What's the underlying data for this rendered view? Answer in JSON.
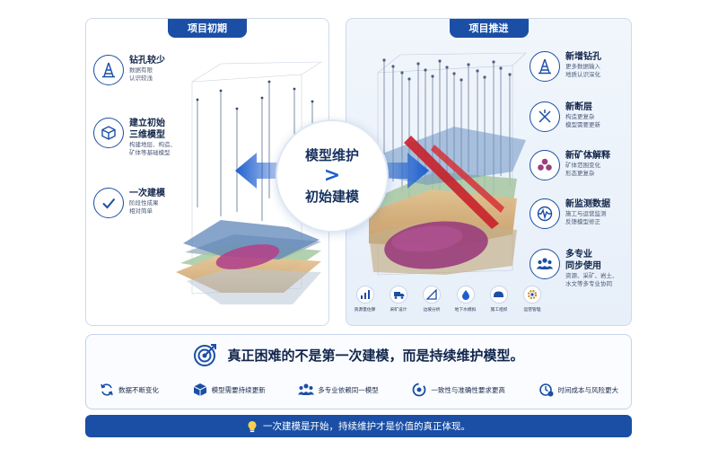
{
  "left_panel": {
    "title": "项目初期",
    "features": [
      {
        "icon": "drill-rig-icon",
        "title": "钻孔较少",
        "desc": [
          "数据有限",
          "认识较浅"
        ]
      },
      {
        "icon": "cube-icon",
        "title": "建立初始",
        "title2": "三维模型",
        "desc": [
          "构建地层、构造、",
          "矿体等基础模型"
        ]
      },
      {
        "icon": "checkmark-icon",
        "title": "一次建模",
        "desc": [
          "阶段性成果",
          "相对简单"
        ]
      }
    ]
  },
  "center": {
    "line1": "模型维护",
    "symbol": ">",
    "line2": "初始建模"
  },
  "right_panel": {
    "title": "项目推进",
    "features": [
      {
        "icon": "drill-rig-icon",
        "title": "新增钻孔",
        "desc": [
          "更多数据输入",
          "地质认识深化"
        ]
      },
      {
        "icon": "fault-icon",
        "title": "新断层",
        "desc": [
          "构造更复杂",
          "模型需要更新"
        ]
      },
      {
        "icon": "ore-body-icon",
        "title": "新矿体解释",
        "desc": [
          "矿体范围变化",
          "形态更复杂"
        ]
      },
      {
        "icon": "monitoring-icon",
        "title": "新监测数据",
        "desc": [
          "施工与运营监测",
          "反馈模型修正"
        ]
      },
      {
        "icon": "team-icon",
        "title": "多专业",
        "title2": "同步使用",
        "desc": [
          "资源、采矿、岩土、",
          "水文等多专业协同"
        ]
      }
    ],
    "tools": [
      {
        "icon": "bar-chart-icon",
        "label": "资源量估算"
      },
      {
        "icon": "truck-icon",
        "label": "采矿设计"
      },
      {
        "icon": "slope-icon",
        "label": "边坡分析"
      },
      {
        "icon": "water-drop-icon",
        "label": "地下水模拟"
      },
      {
        "icon": "helmet-icon",
        "label": "施工组织"
      },
      {
        "icon": "gear-icon",
        "label": "运营管理"
      }
    ]
  },
  "statement": {
    "icon": "target-icon",
    "text": "真正困难的不是第一次建模，而是持续维护模型。"
  },
  "factors": [
    {
      "icon": "refresh-icon",
      "label": "数据不断变化"
    },
    {
      "icon": "cube-update-icon",
      "label": "模型需要持续更新"
    },
    {
      "icon": "team-icon",
      "label": "多专业依赖同一模型"
    },
    {
      "icon": "consistency-icon",
      "label": "一致性与准确性要求更高"
    },
    {
      "icon": "time-money-icon",
      "label": "时间成本与风险更大"
    }
  ],
  "footer": {
    "icon": "lightbulb-icon",
    "text": "一次建模是开始，持续维护才是价值的真正体现。"
  },
  "colors": {
    "primary": "#1a4fa5",
    "accent": "#1a5fd0",
    "ore": "#a0407a",
    "fault": "#c8202a"
  }
}
